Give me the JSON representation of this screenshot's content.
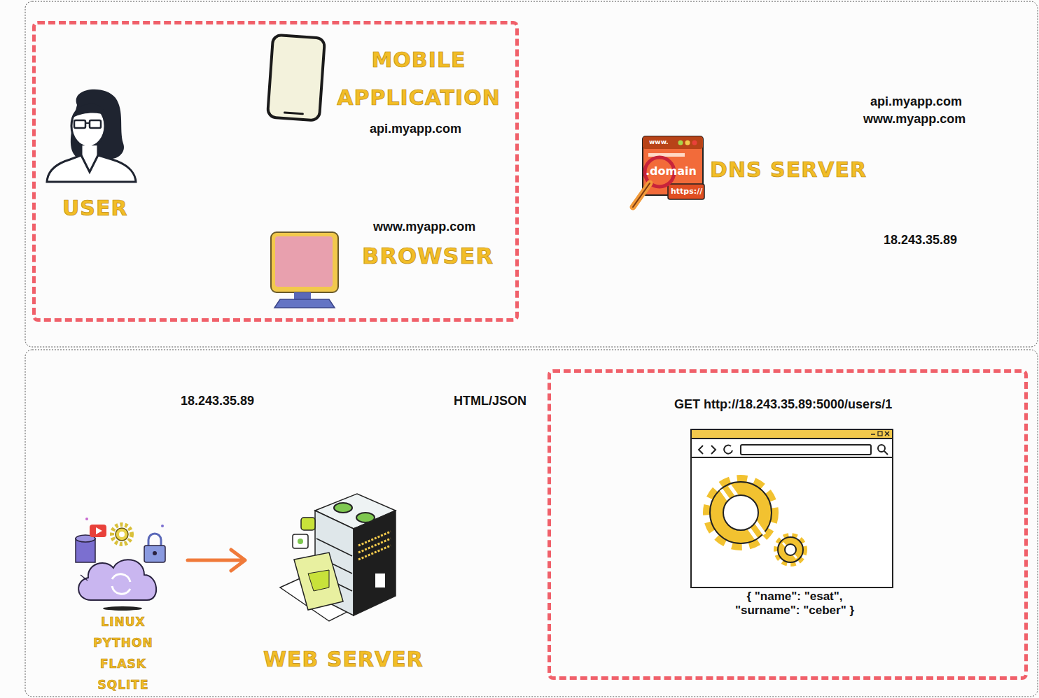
{
  "diagram": {
    "nodes": [
      {
        "text": [
          "USER",
          "MOBILE APPLICATION",
          "api.myapp.com",
          "www.myapp.com",
          "BROWSER"
        ]
      },
      {
        "text": [
          "GET http://18.243.35.89:5000/users/1",
          "{ \"name\": \"esat\", \"surname\": \"ceber\" }"
        ]
      }
    ],
    "labels": [
      "api.myapp.com",
      "www.myapp.com",
      "www.",
      ".domain",
      "https://",
      "DNS SERVER",
      "18.243.35.89",
      "18.243.35.89",
      "HTML/JSON",
      "LINUX PYTHON FLASK SQLITE",
      "WEB SERVER"
    ]
  }
}
